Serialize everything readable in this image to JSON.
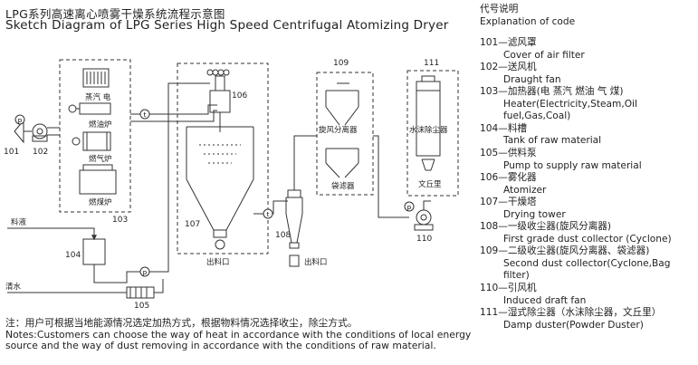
{
  "header": {
    "title_cn": "LPG系列高速离心喷雾干燥系统流程示意图",
    "title_en": "Sketch Diagram of LPG Series High Speed Centrifugal Atomizing Dryer"
  },
  "legend": {
    "heading_cn": "代号说明",
    "heading_en": "Explanation of code",
    "items": [
      {
        "cn": "101—滤风罩",
        "en": "Cover of air filter"
      },
      {
        "cn": "102—送风机",
        "en": "Draught fan"
      },
      {
        "cn": "103—加热器(电 蒸汽 燃油 气 煤)",
        "en": "Heater(Electricity,Steam,Oil fuel,Gas,Coal)"
      },
      {
        "cn": "104—料槽",
        "en": "Tank of raw material"
      },
      {
        "cn": "105—供料泵",
        "en": "Pump to supply raw material"
      },
      {
        "cn": "106—雾化器",
        "en": "Atomizer"
      },
      {
        "cn": "107—干燥塔",
        "en": "Drying tower"
      },
      {
        "cn": "108—一级收尘器(旋风分离器)",
        "en": "First grade dust collector (Cyclone)"
      },
      {
        "cn": "109—二级收尘器(旋风分离器、袋滤器)",
        "en": "Second dust collector(Cyclone,Bag filter)"
      },
      {
        "cn": "110—引风机",
        "en": "Induced draft fan"
      },
      {
        "cn": "111—湿式除尘器（水沫除尘器，文丘里）",
        "en": "Damp duster(Powder Duster)"
      }
    ]
  },
  "notes": {
    "cn": "注：用户可根据当地能源情况选定加热方式，根据物料情况选择收尘，除尘方式。",
    "en_line1": "Notes:Customers can choose the way of heat in accordance with the conditions of local energy",
    "en_line2": "source and the way of dust removing in accordance with the conditions of raw material."
  },
  "diagram": {
    "codes": {
      "c101": "101",
      "c102": "102",
      "c103": "103",
      "c104": "104",
      "c105": "105",
      "c106": "106",
      "c107": "107",
      "c108": "108",
      "c109": "109",
      "c110": "110",
      "c111": "111"
    },
    "heater_labels": {
      "steam_electric": "蒸汽 电",
      "oil": "燃油炉",
      "gas": "燃气炉",
      "coal": "燃煤炉"
    },
    "equipment_labels": {
      "cyclone": "旋风分离器",
      "bag_filter": "袋滤器",
      "water_duster": "水沫除尘器",
      "venturi": "文丘里"
    },
    "stream_labels": {
      "feed": "料液",
      "water": "清水",
      "outlet_107": "出料口",
      "outlet_108": "出料口"
    },
    "gauge_letters": {
      "t": "t",
      "p": "p"
    }
  }
}
